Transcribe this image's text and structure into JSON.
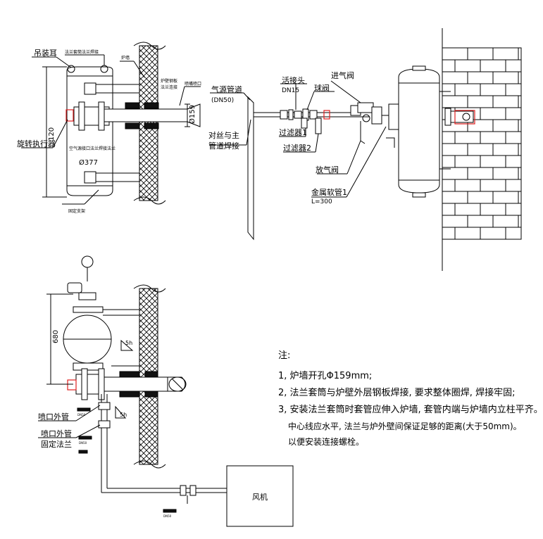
{
  "labels": {
    "lifting_lug": "吊装耳",
    "flange_short": "法兰套筒法兰焊接",
    "furnace_wall": "炉墙",
    "dim_120": "120",
    "rotary_actuator": "旋转执行器",
    "air_inlet_note": "空气源接口法兰焊接法兰",
    "dia_377": "Ø377",
    "support": "固定支架",
    "nozzle_label_1": "炉壁钢板",
    "nozzle_label_2": "法兰连接",
    "nozzle_tip": "喷嘴喷口",
    "dia_159": "Ø159",
    "gas_pipe": "气源管道",
    "dn50": "(DN50)",
    "weld_1": "对丝与主",
    "weld_2": "管道焊接",
    "union": "活接头",
    "dn15": "DN15",
    "ball_valve": "球阀",
    "inlet_valve": "进气阀",
    "filter_1": "过滤器1",
    "filter_2": "过滤器2",
    "vent_valve": "放气阀",
    "metal_hose": "金属软管1",
    "hose_len": "L=300",
    "dim_680": "680",
    "nozzle_pipe": "喷口外管",
    "nozzle_flange_1": "喷口外管",
    "nozzle_flange_2": "固定法兰",
    "fan": "风机",
    "angle_a": "5h",
    "angle_b": "5h",
    "small_1": "DN50",
    "small_2": "DN50",
    "small_3": "DN50"
  },
  "notes": {
    "title": "注:",
    "items": [
      "1, 炉墙开孔Φ159mm;",
      "2, 法兰套筒与炉壁外层钢板焊接, 要求整体圈焊, 焊接牢固;",
      "3, 安装法兰套筒时套管应伸入炉墙, 套管内端与炉墙内立柱平齐。"
    ],
    "sub": [
      "中心线应水平, 法兰与炉外壁间保证足够的距离(大于50mm)。",
      "以便安装连接螺栓。"
    ]
  },
  "colors": {
    "line": "#000000",
    "highlight": "#e02020",
    "background": "#ffffff"
  }
}
